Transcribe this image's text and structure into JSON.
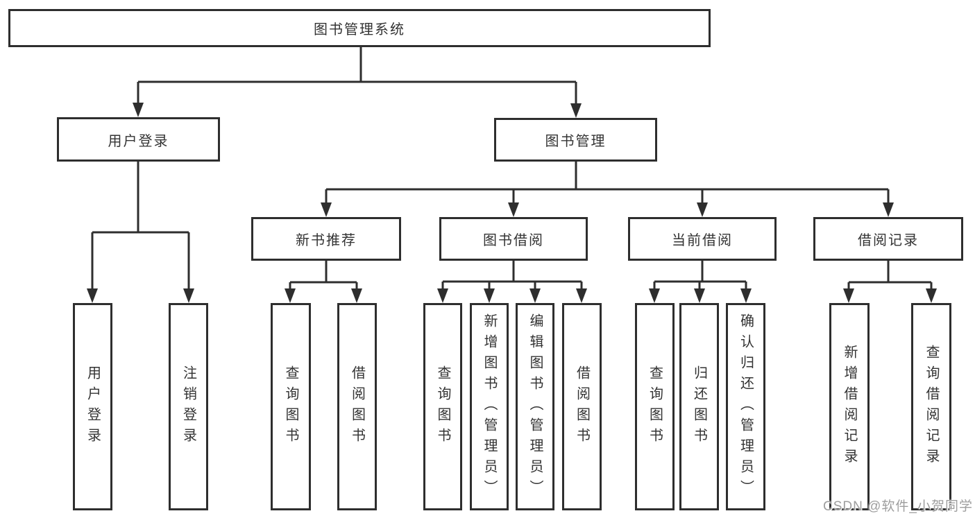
{
  "diagram_title": "图书管理系统",
  "tree": {
    "label": "图书管理系统",
    "children": [
      {
        "label": "用户登录",
        "children": [
          {
            "label": "用户登录"
          },
          {
            "label": "注销登录"
          }
        ]
      },
      {
        "label": "图书管理",
        "children": [
          {
            "label": "新书推荐",
            "children": [
              {
                "label": "查询图书"
              },
              {
                "label": "借阅图书"
              }
            ]
          },
          {
            "label": "图书借阅",
            "children": [
              {
                "label": "查询图书"
              },
              {
                "label": "新增图书（管理员）"
              },
              {
                "label": "编辑图书（管理员）"
              },
              {
                "label": "借阅图书"
              }
            ]
          },
          {
            "label": "当前借阅",
            "children": [
              {
                "label": "查询图书"
              },
              {
                "label": "归还图书"
              },
              {
                "label": "确认归还（管理员）"
              }
            ]
          },
          {
            "label": "借阅记录",
            "children": [
              {
                "label": "新增借阅记录"
              },
              {
                "label": "查询借阅记录"
              }
            ]
          }
        ]
      }
    ]
  },
  "watermark": "CSDN @软件_小贺同学",
  "colors": {
    "line": "#2e2e2e",
    "text": "#333333",
    "watermark": "#9e9e9e",
    "background": "#ffffff"
  }
}
